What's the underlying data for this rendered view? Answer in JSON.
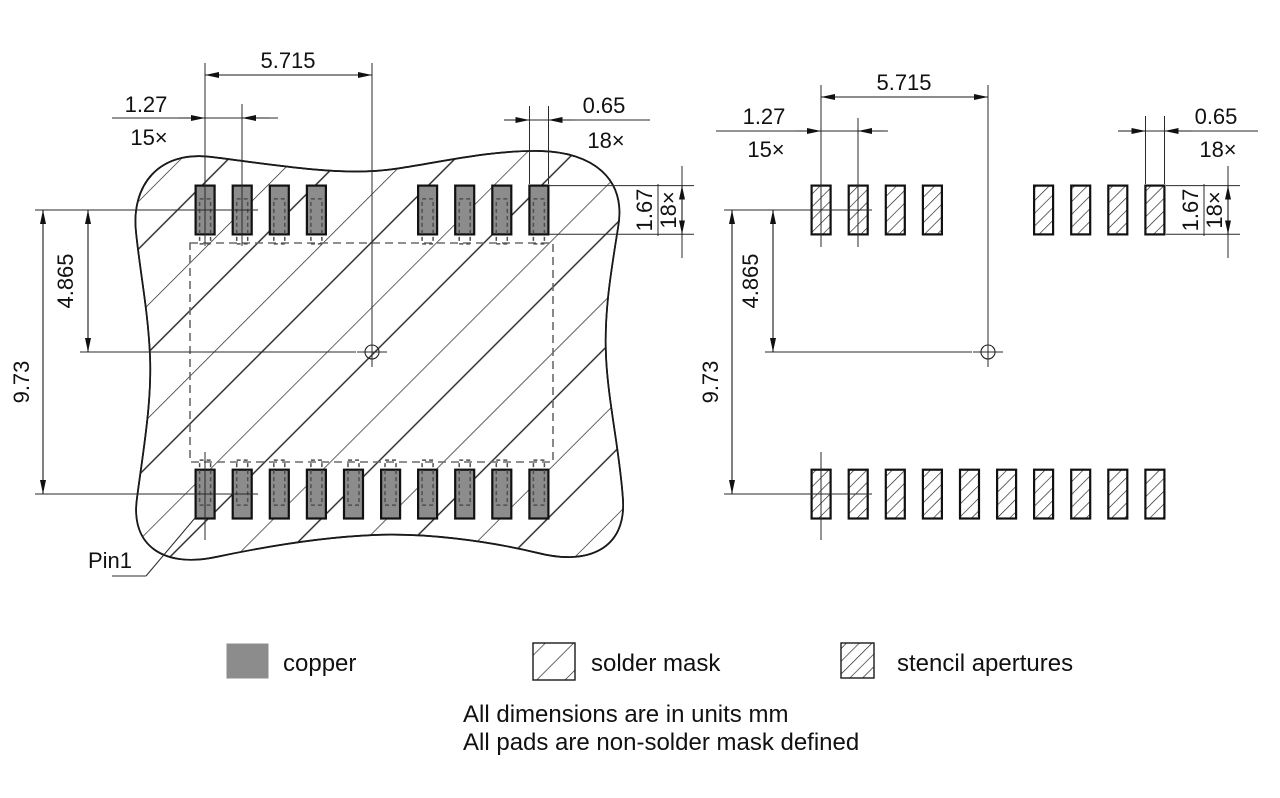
{
  "dims": {
    "span": "5.715",
    "pitch": "1.27",
    "pitch_count": "15×",
    "pad_width": "0.65",
    "pad_width_count": "18×",
    "pad_height": "1.67",
    "pad_height_count": "18×",
    "row_offset": "4.865",
    "row_span": "9.73"
  },
  "labels": {
    "pin1": "Pin1"
  },
  "legend": [
    {
      "key": "copper",
      "label": "copper"
    },
    {
      "key": "solder-mask",
      "label": "solder mask"
    },
    {
      "key": "stencil-apertures",
      "label": "stencil apertures"
    }
  ],
  "notes": [
    "All dimensions are in units mm",
    "All pads are non-solder mask defined"
  ],
  "figure": {
    "type": "pcb-land-pattern",
    "units": "mm",
    "pitch_mm": 1.27,
    "pad_width_mm": 0.65,
    "pad_height_mm": 1.67,
    "half_span_mm": 5.715,
    "row_offset_mm": 4.865,
    "row_span_mm": 9.73,
    "pad_count": 18,
    "pitch_count": 15,
    "top_row_positions": [
      1,
      2,
      3,
      4,
      7,
      8,
      9,
      10
    ],
    "bottom_row_positions": [
      1,
      2,
      3,
      4,
      5,
      6,
      7,
      8,
      9,
      10
    ]
  }
}
